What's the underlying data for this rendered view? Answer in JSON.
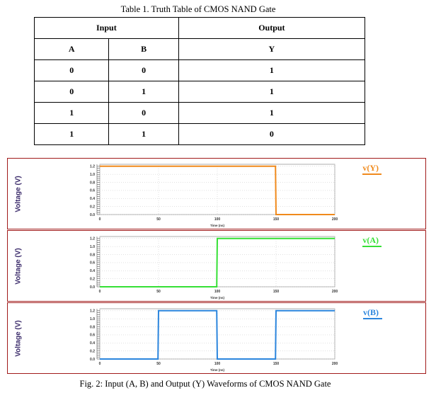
{
  "table": {
    "caption": "Table 1. Truth Table of CMOS NAND Gate",
    "group_headers": {
      "input": "Input",
      "output": "Output"
    },
    "columns": [
      "A",
      "B",
      "Y"
    ],
    "rows": [
      [
        "0",
        "0",
        "1"
      ],
      [
        "0",
        "1",
        "1"
      ],
      [
        "1",
        "0",
        "1"
      ],
      [
        "1",
        "1",
        "0"
      ]
    ]
  },
  "figure": {
    "caption": "Fig. 2: Input (A, B) and Output (Y) Waveforms of CMOS NAND Gate",
    "colors": {
      "Y": "#f08a1c",
      "A": "#35e035",
      "B": "#2b85dd",
      "frame": "#a11a1a",
      "ylabel": "#3a2a6a"
    },
    "ylabel": "Voltage (V)",
    "xlabel": "Time (ns)",
    "yticks": [
      "0.0",
      "0.2",
      "0.4",
      "0.6",
      "0.8",
      "1.0",
      "1.2"
    ],
    "xticks": [
      "0",
      "50",
      "100",
      "150",
      "200"
    ]
  },
  "chart_data": [
    {
      "type": "line",
      "title": "",
      "xlabel": "Time (ns)",
      "ylabel": "Voltage (V)",
      "xlim": [
        0,
        200
      ],
      "ylim": [
        0,
        1.25
      ],
      "series": [
        {
          "name": "v(Y)",
          "x": [
            0,
            149.5,
            150,
            200
          ],
          "y": [
            1.2,
            1.2,
            0,
            0
          ]
        }
      ]
    },
    {
      "type": "line",
      "title": "",
      "xlabel": "Time (ns)",
      "ylabel": "Voltage (V)",
      "xlim": [
        0,
        200
      ],
      "ylim": [
        0,
        1.25
      ],
      "series": [
        {
          "name": "v(A)",
          "x": [
            0,
            99.5,
            100,
            200
          ],
          "y": [
            0,
            0,
            1.2,
            1.2
          ]
        }
      ]
    },
    {
      "type": "line",
      "title": "",
      "xlabel": "Time (ns)",
      "ylabel": "Voltage (V)",
      "xlim": [
        0,
        200
      ],
      "ylim": [
        0,
        1.25
      ],
      "series": [
        {
          "name": "v(B)",
          "x": [
            0,
            49.5,
            50,
            99.5,
            100,
            149.5,
            150,
            200
          ],
          "y": [
            0,
            0,
            1.2,
            1.2,
            0,
            0,
            1.2,
            1.2
          ]
        }
      ]
    }
  ]
}
